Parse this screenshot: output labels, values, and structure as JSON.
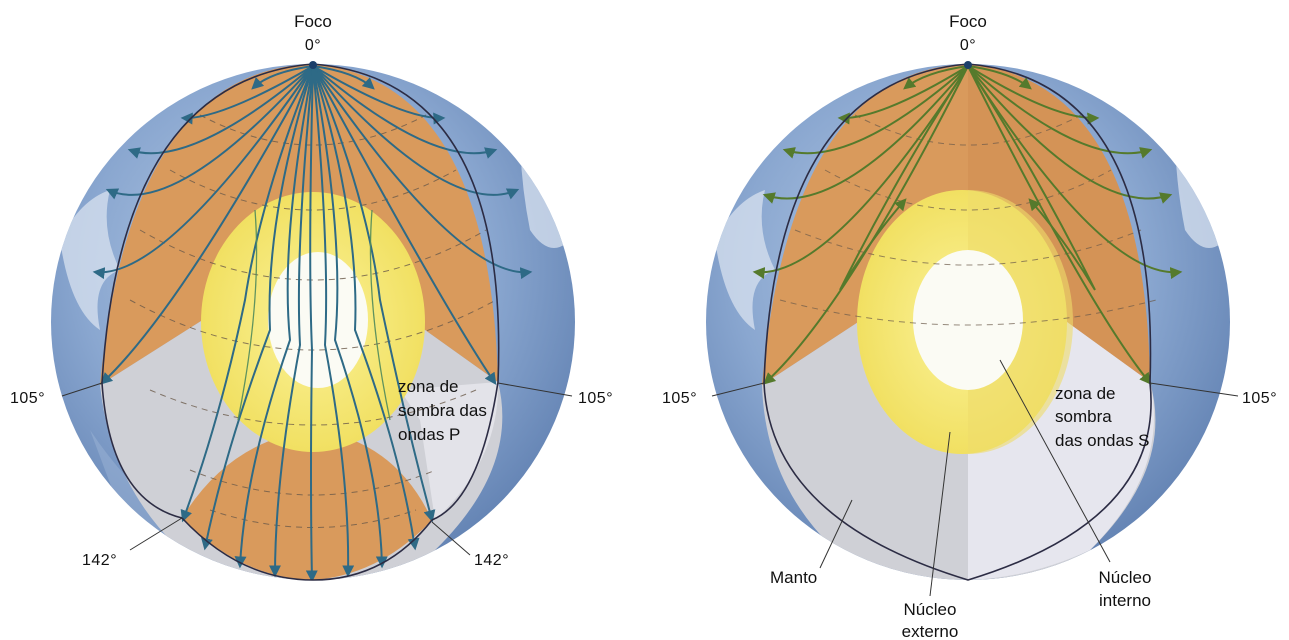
{
  "left_panel": {
    "focus_label": "Foco",
    "focus_angle": "0°",
    "angle_left_105": "105°",
    "angle_right_105": "105°",
    "angle_left_142": "142°",
    "angle_right_142": "142°",
    "shadow_zone_lines": [
      "zona de",
      "sombra das",
      "ondas P"
    ],
    "ray_color": "#2e6a86"
  },
  "right_panel": {
    "focus_label": "Foco",
    "focus_angle": "0°",
    "angle_left_105": "105°",
    "angle_right_105": "105°",
    "shadow_zone_lines": [
      "zona de",
      "sombra",
      "das ondas S"
    ],
    "label_mantle": "Manto",
    "label_outer_core_lines": [
      "Núcleo",
      "externo"
    ],
    "label_inner_core_lines": [
      "Núcleo",
      "interno"
    ],
    "ray_color": "#557a2c"
  },
  "colors": {
    "ocean": "#7f9dc8",
    "mantle_cut": "#d99a5c",
    "shadow_grey": "#cfd0d6",
    "outer_core": "#f2e36a",
    "inner_core": "#fbfbf4"
  }
}
